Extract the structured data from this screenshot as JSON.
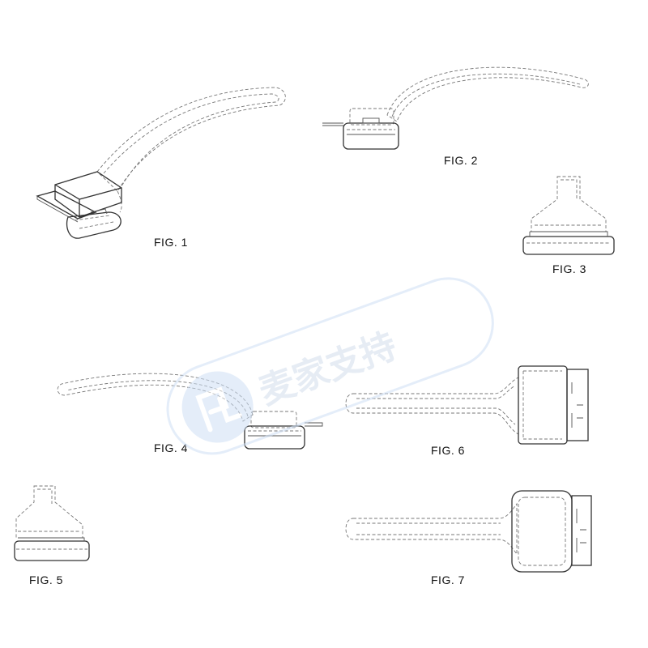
{
  "figures": {
    "fig1": "FIG. 1",
    "fig2": "FIG. 2",
    "fig3": "FIG. 3",
    "fig4": "FIG. 4",
    "fig5": "FIG. 5",
    "fig6": "FIG. 6",
    "fig7": "FIG. 7"
  },
  "watermark": {
    "text": "麦家支持",
    "color": "#c8d6e8",
    "badge_color": "#cfe0f5"
  }
}
